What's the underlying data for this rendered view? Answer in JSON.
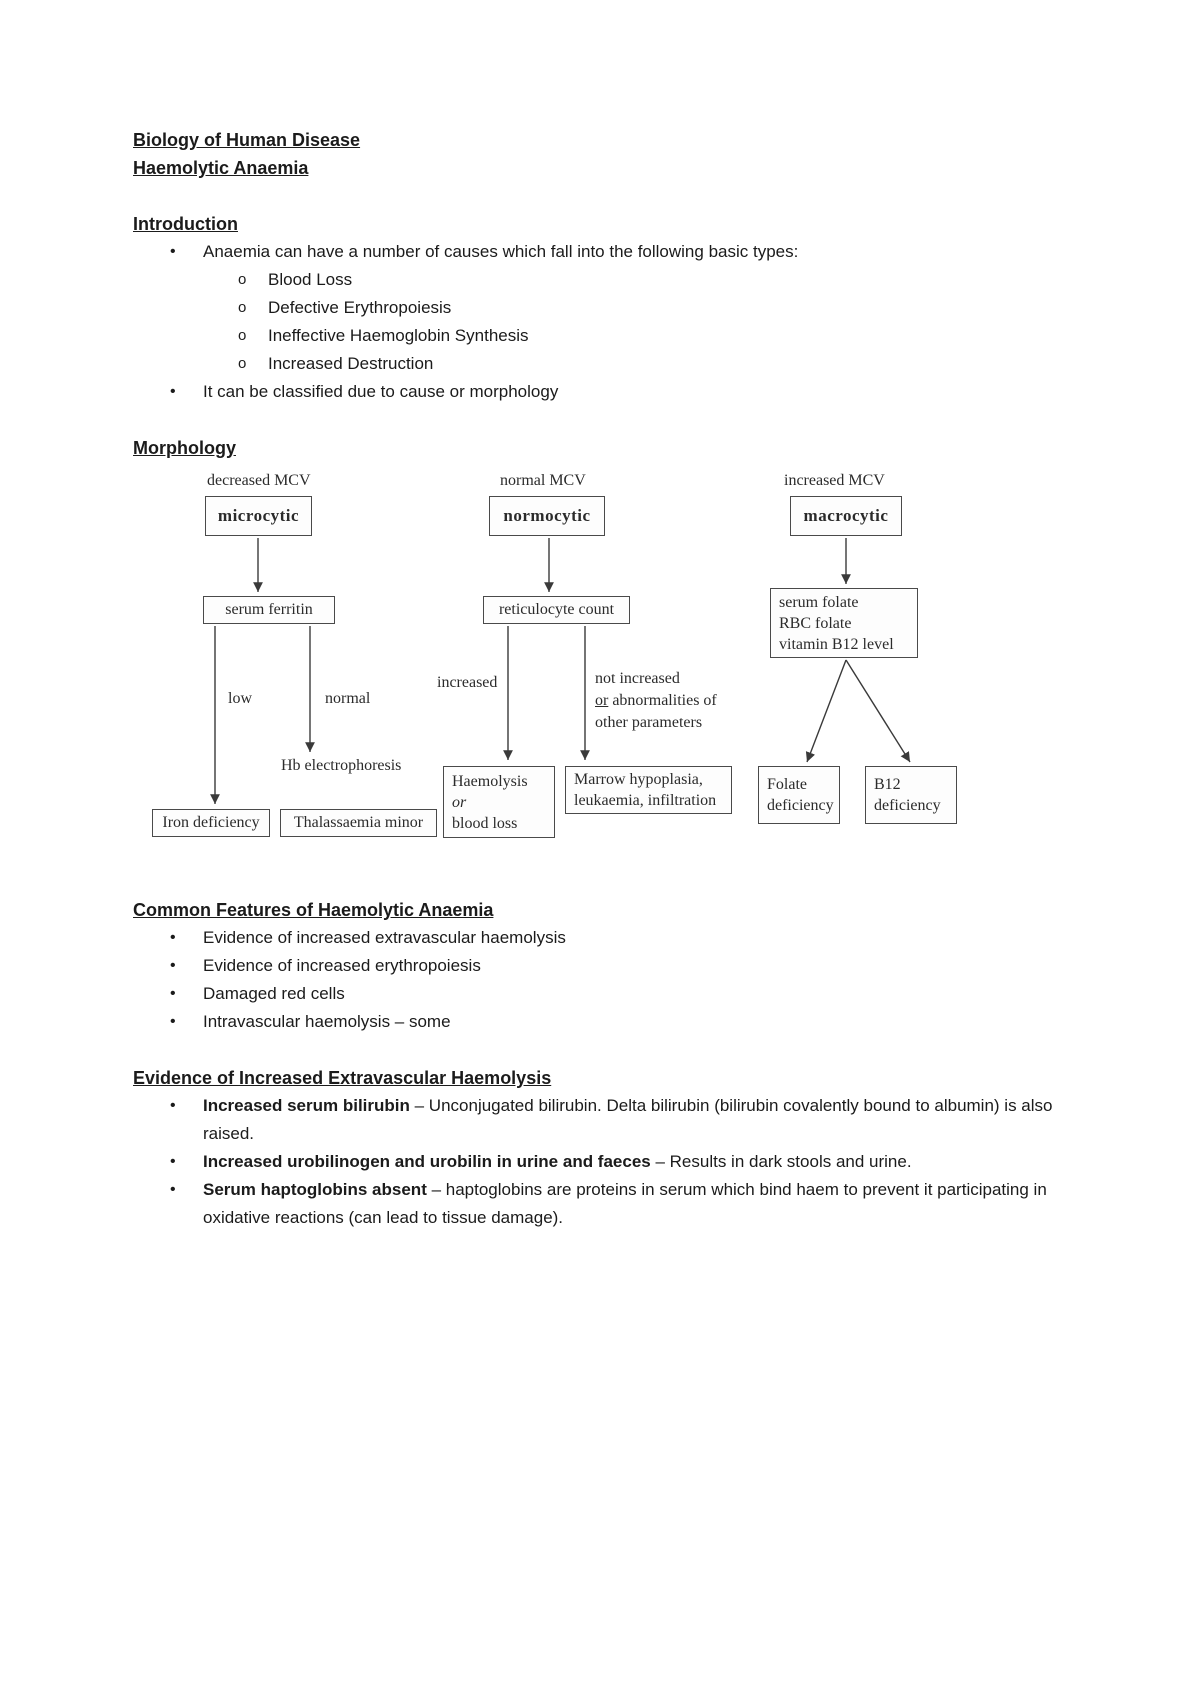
{
  "doc": {
    "title": "Biology of Human Disease",
    "subtitle": "Haemolytic Anaemia"
  },
  "glyphs": {
    "bullet": "•",
    "circle": "o"
  },
  "introduction": {
    "heading": "Introduction",
    "bullet1": "Anaemia can have a number of causes which fall into the following basic types:",
    "sub_bullets": [
      "Blood Loss",
      "Defective Erythropoiesis",
      "Ineffective Haemoglobin Synthesis",
      "Increased Destruction"
    ],
    "bullet2": "It can be classified due to cause or morphology"
  },
  "morphology": {
    "heading": "Morphology"
  },
  "diagram": {
    "col1": {
      "top_label": "decreased MCV",
      "class_box": "microcytic",
      "test_box": "serum ferritin",
      "branch_left_label": "low",
      "branch_right_label": "normal",
      "intermediate_label": "Hb electrophoresis",
      "outcome_left": "Iron deficiency",
      "outcome_right": "Thalassaemia minor"
    },
    "col2": {
      "top_label": "normal MCV",
      "class_box": "normocytic",
      "test_box": "reticulocyte count",
      "branch_left_label": "increased",
      "branch_right_line1": "not increased",
      "branch_right_or": "or",
      "branch_right_line2_rest": "abnormalities of",
      "branch_right_line3": "other parameters",
      "outcome_left_line1": "Haemolysis",
      "outcome_left_line2": "or",
      "outcome_left_line3": "blood loss",
      "outcome_right_line1": "Marrow hypoplasia,",
      "outcome_right_line2": "leukaemia, infiltration"
    },
    "col3": {
      "top_label": "increased MCV",
      "class_box": "macrocytic",
      "test_line1": "serum folate",
      "test_line2": "RBC folate",
      "test_line3": "vitamin B12 level",
      "outcome_left_line1": "Folate",
      "outcome_left_line2": "deficiency",
      "outcome_right_line1": "B12",
      "outcome_right_line2": "deficiency"
    }
  },
  "common_features": {
    "heading": "Common Features of Haemolytic Anaemia",
    "bullets": [
      "Evidence of increased extravascular haemolysis",
      "Evidence of increased erythropoiesis",
      "Damaged red cells",
      "Intravascular haemolysis – some"
    ]
  },
  "evidence": {
    "heading": "Evidence of Increased Extravascular Haemolysis",
    "bullets": [
      {
        "bold": "Increased serum bilirubin",
        "rest": " – Unconjugated bilirubin. Delta bilirubin (bilirubin covalently bound to albumin) is also raised."
      },
      {
        "bold": "Increased urobilinogen and urobilin in urine and faeces",
        "rest": " – Results in dark stools and urine."
      },
      {
        "bold": "Serum haptoglobins absent",
        "rest": " – haptoglobins are proteins in serum which bind haem to prevent it participating in oxidative reactions (can lead to tissue damage)."
      }
    ]
  }
}
